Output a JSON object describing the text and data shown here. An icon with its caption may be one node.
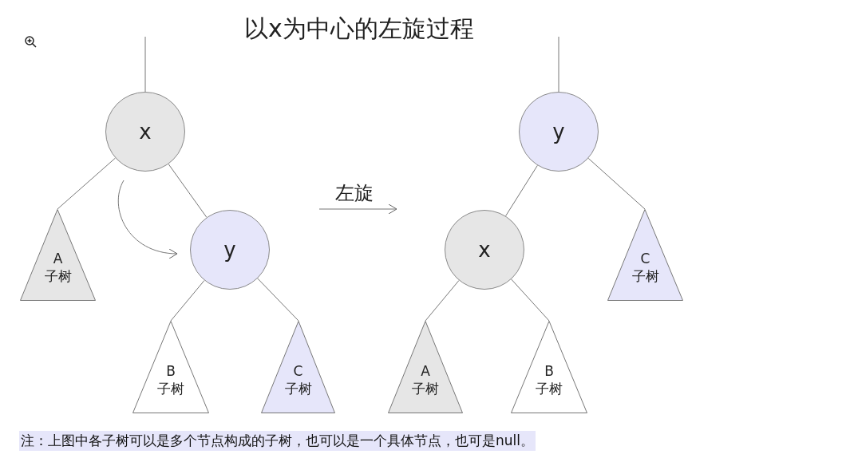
{
  "diagram": {
    "title": "以x为中心的左旋过程",
    "nodes": [
      {
        "text": [
          "x"
        ]
      },
      {
        "text": [
          "y"
        ]
      },
      {
        "text": [
          "A",
          "子树"
        ]
      },
      {
        "text": [
          "B",
          "子树"
        ]
      },
      {
        "text": [
          "C",
          "子树"
        ]
      },
      {
        "text": [
          "y"
        ]
      },
      {
        "text": [
          "x"
        ]
      },
      {
        "text": [
          "C",
          "子树"
        ]
      },
      {
        "text": [
          "A",
          "子树"
        ]
      },
      {
        "text": [
          "B",
          "子树"
        ]
      }
    ],
    "edges": [
      {
        "from": null,
        "to": 0,
        "arrow": "none"
      },
      {
        "from": 0,
        "to": 2,
        "arrow": "none"
      },
      {
        "from": 0,
        "to": 1,
        "arrow": "none"
      },
      {
        "from": 1,
        "to": 3,
        "arrow": "none"
      },
      {
        "from": 1,
        "to": 4,
        "arrow": "none"
      },
      {
        "from": null,
        "to": 5,
        "arrow": "none"
      },
      {
        "from": 5,
        "to": 6,
        "arrow": "none"
      },
      {
        "from": 5,
        "to": 7,
        "arrow": "none"
      },
      {
        "from": 6,
        "to": 8,
        "arrow": "none"
      },
      {
        "from": 6,
        "to": 9,
        "arrow": "none"
      }
    ],
    "labels": [
      "左旋"
    ],
    "caption": "注：上图中各子树可以是多个节点构成的子树，也可以是一个具体节点，也可是null。"
  }
}
